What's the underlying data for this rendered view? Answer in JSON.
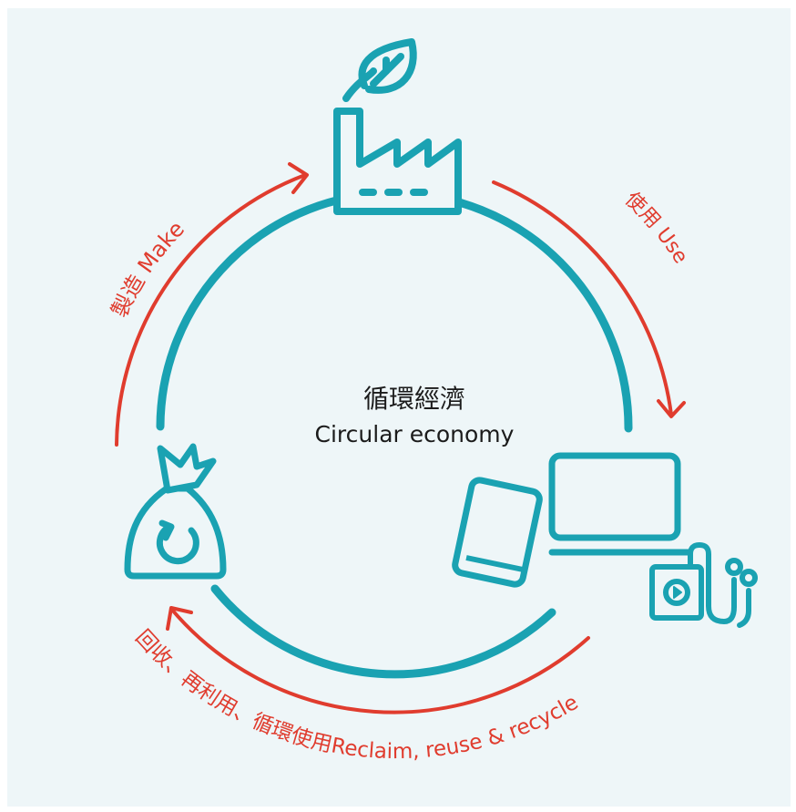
{
  "diagram": {
    "center_title_cn": "循環經濟",
    "center_title_en": "Circular economy",
    "stages": {
      "make": "製造 Make",
      "use": "使用 Use",
      "reclaim_cn": "回收、再利用、循環使用",
      "reclaim_en": "Reclaim, reuse & recycle"
    }
  },
  "icons": [
    "factory-leaf-icon",
    "laptop-icon",
    "tablet-icon",
    "music-player-icon",
    "earphones-icon",
    "recycle-bag-icon"
  ],
  "colors": {
    "teal": "#1aa2b2",
    "red": "#e03c2e",
    "background": "#eef6f8",
    "text": "#1b1b1b"
  }
}
